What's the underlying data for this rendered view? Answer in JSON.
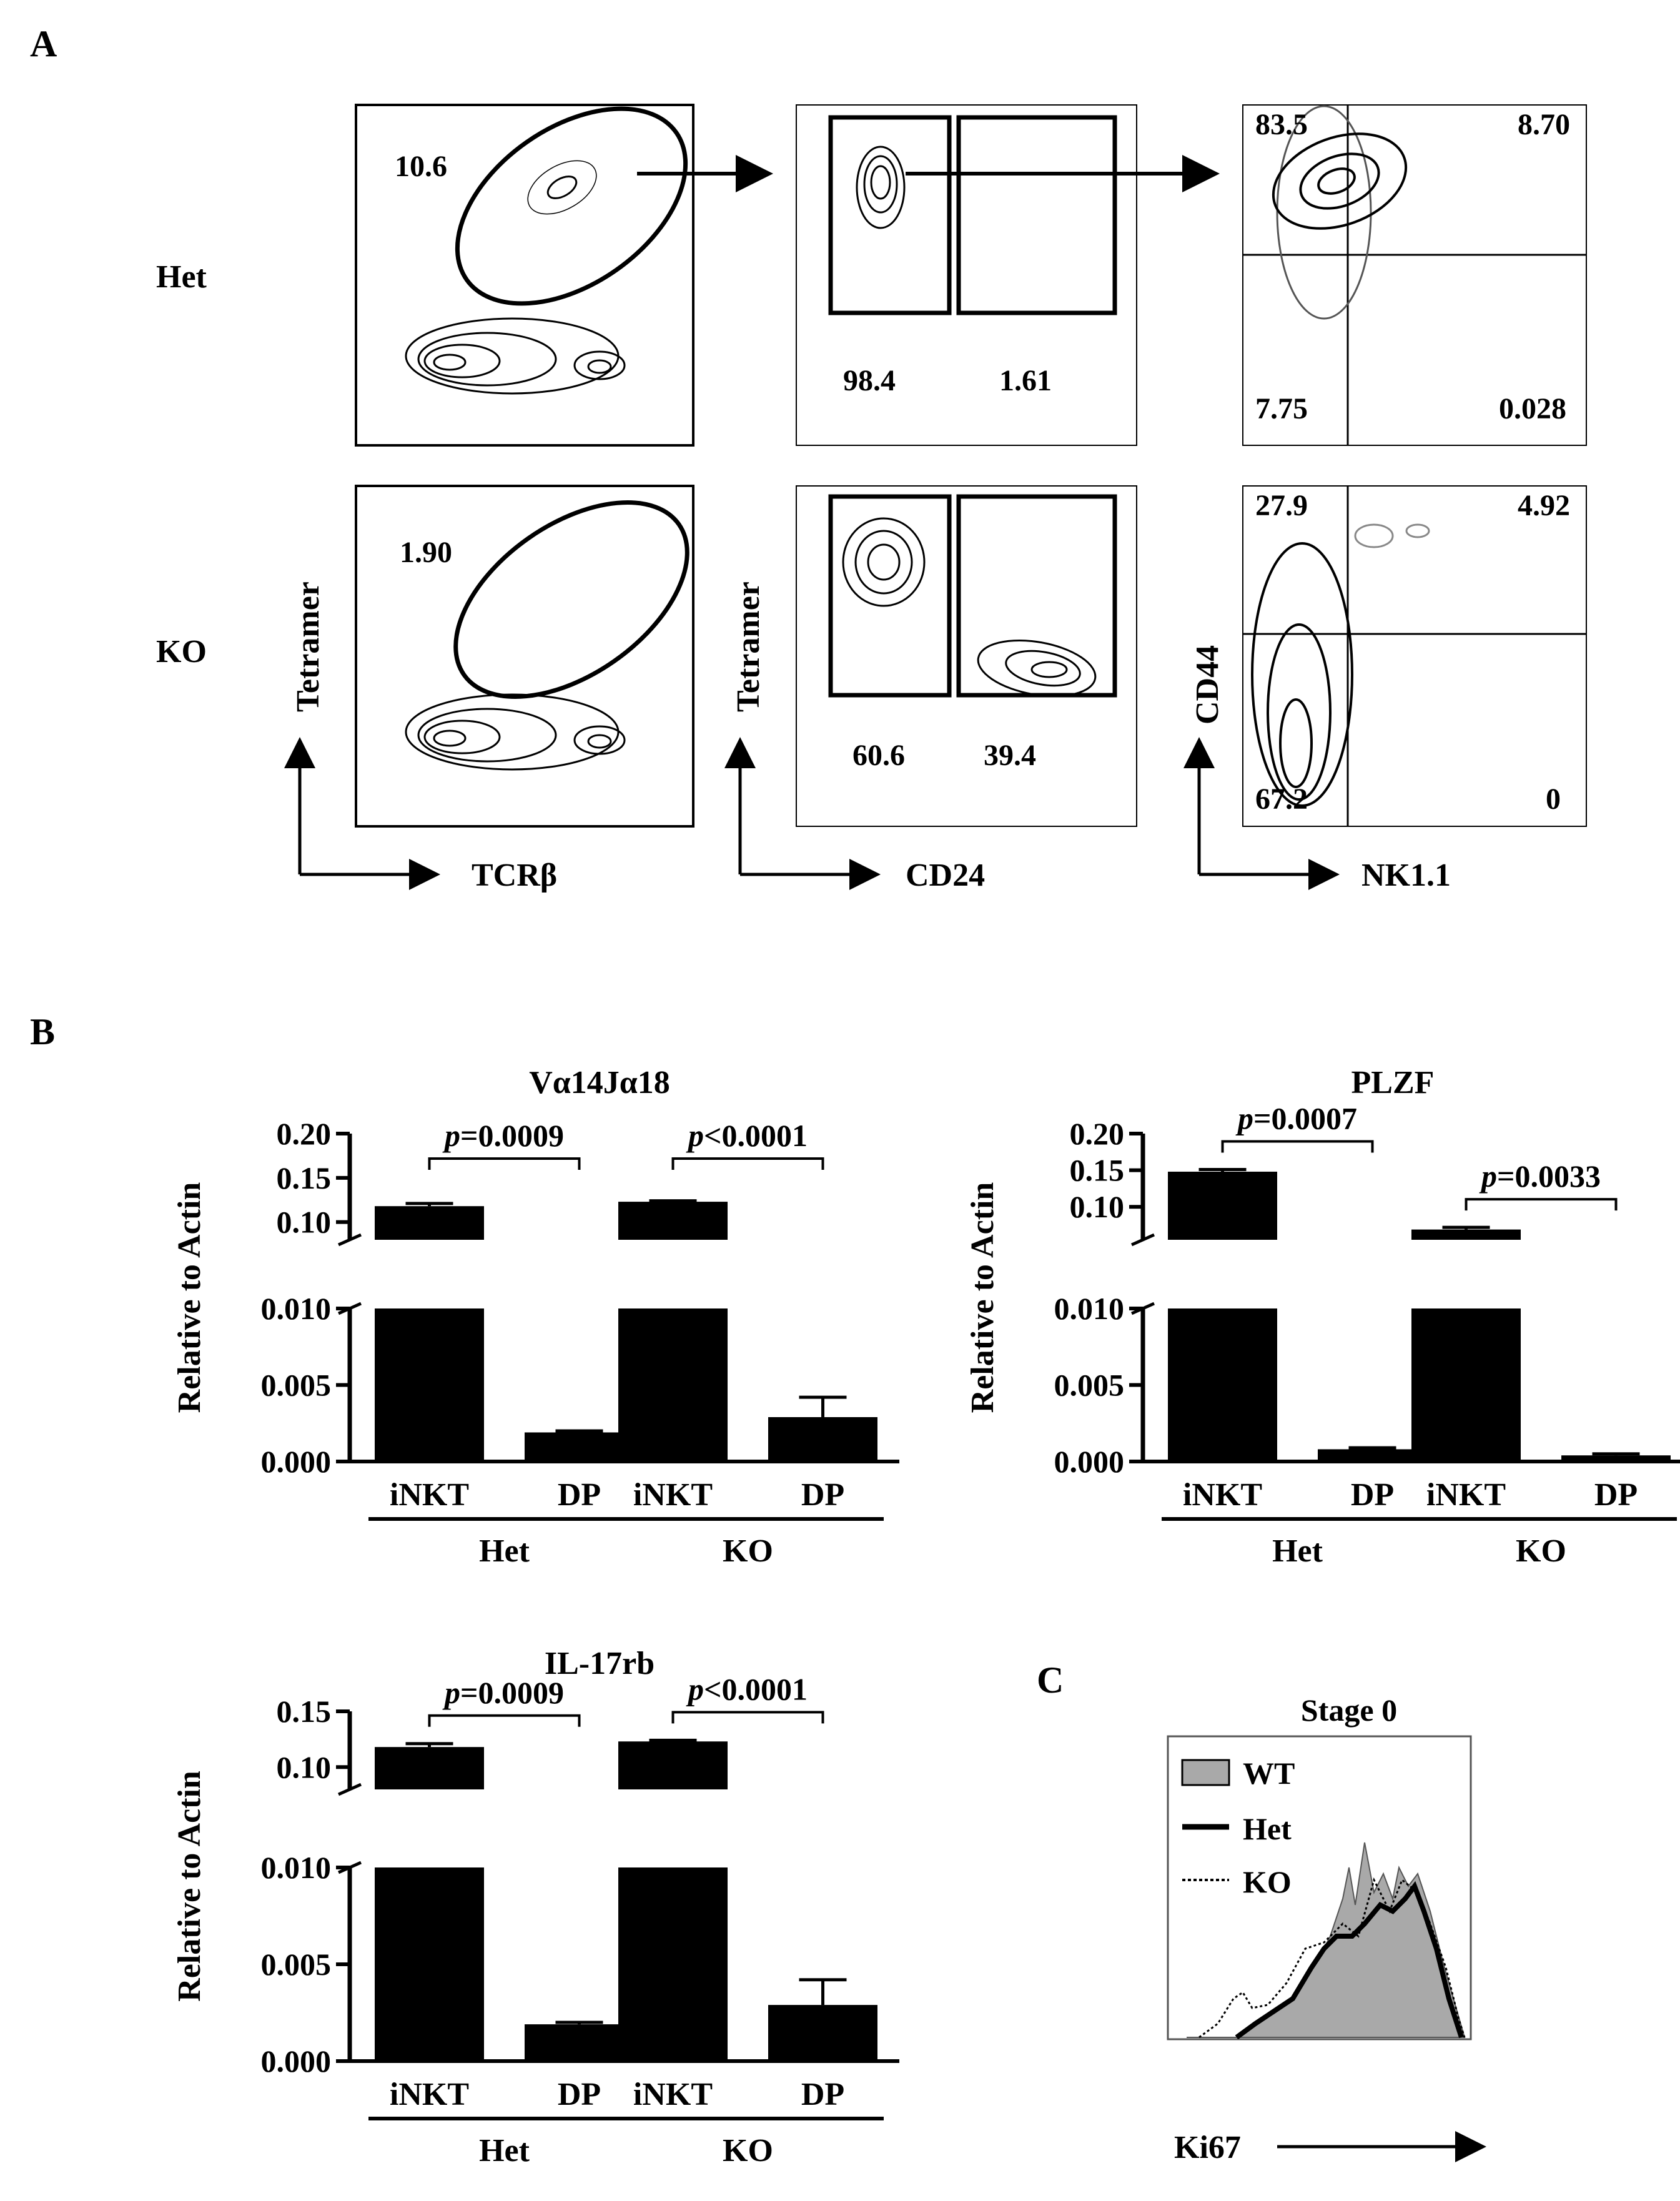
{
  "panel_a": {
    "label": "A",
    "rows": [
      {
        "name": "Het",
        "gate1": "10.6",
        "cd24_low": "98.4",
        "cd24_high": "1.61",
        "q_ul": "83.5",
        "q_ur": "8.70",
        "q_ll": "7.75",
        "q_lr": "0.028"
      },
      {
        "name": "KO",
        "gate1": "1.90",
        "cd24_low": "60.6",
        "cd24_high": "39.4",
        "q_ul": "27.9",
        "q_ur": "4.92",
        "q_ll": "67.2",
        "q_lr": "0"
      }
    ],
    "axes": {
      "plot1_x": "TCRβ",
      "plot1_y": "Tetramer",
      "plot2_x": "CD24",
      "plot2_y": "Tetramer",
      "plot3_x": "NK1.1",
      "plot3_y": "CD44"
    }
  },
  "panel_b": {
    "label": "B",
    "ylabel": "Relative to Actin",
    "group_labels": [
      "Het",
      "KO"
    ],
    "bar_labels": [
      "iNKT",
      "DP",
      "iNKT",
      "DP"
    ]
  },
  "panel_c": {
    "label": "C",
    "title": "Stage 0",
    "xlabel": "Ki67",
    "legend": [
      "WT",
      "Het",
      "KO"
    ]
  },
  "chart_data": [
    {
      "type": "bar",
      "title": "Vα14Jα18",
      "ylabel": "Relative to Actin",
      "categories": [
        "iNKT",
        "DP",
        "iNKT",
        "DP"
      ],
      "groups": [
        "Het",
        "KO"
      ],
      "values": [
        0.118,
        0.0019,
        0.123,
        0.0029
      ],
      "errors": [
        0.003,
        0.0001,
        0.001,
        0.0013
      ],
      "y_broken_axis": {
        "lower": [
          0,
          0.01
        ],
        "upper": [
          0.08,
          0.2
        ]
      },
      "yticks_lower": [
        "0.000",
        "0.005",
        "0.010"
      ],
      "yticks_upper": [
        "0.10",
        "0.15",
        "0.20"
      ],
      "pvalues": [
        "=0.0009",
        "<0.0001"
      ]
    },
    {
      "type": "bar",
      "title": "PLZF",
      "ylabel": "Relative to Actin",
      "categories": [
        "iNKT",
        "DP",
        "iNKT",
        "DP"
      ],
      "groups": [
        "Het",
        "KO"
      ],
      "values": [
        0.148,
        0.0008,
        0.069,
        0.0004
      ],
      "errors": [
        0.003,
        0.0001,
        0.003,
        0.0001
      ],
      "y_broken_axis": {
        "lower": [
          0,
          0.01
        ],
        "upper": [
          0.055,
          0.2
        ]
      },
      "yticks_lower": [
        "0.000",
        "0.005",
        "0.010"
      ],
      "yticks_upper": [
        "0.10",
        "0.15",
        "0.20"
      ],
      "pvalues": [
        "=0.0007",
        "=0.0033"
      ]
    },
    {
      "type": "bar",
      "title": "IL-17rb",
      "ylabel": "Relative to Actin",
      "categories": [
        "iNKT",
        "DP",
        "iNKT",
        "DP"
      ],
      "groups": [
        "Het",
        "KO"
      ],
      "values": [
        0.118,
        0.0019,
        0.123,
        0.0029
      ],
      "errors": [
        0.003,
        0.0001,
        0.001,
        0.0013
      ],
      "y_broken_axis": {
        "lower": [
          0,
          0.01
        ],
        "upper": [
          0.08,
          0.15
        ]
      },
      "yticks_lower": [
        "0.000",
        "0.005",
        "0.010"
      ],
      "yticks_upper": [
        "0.10",
        "0.15"
      ],
      "pvalues": [
        "=0.0009",
        "<0.0001"
      ]
    }
  ]
}
